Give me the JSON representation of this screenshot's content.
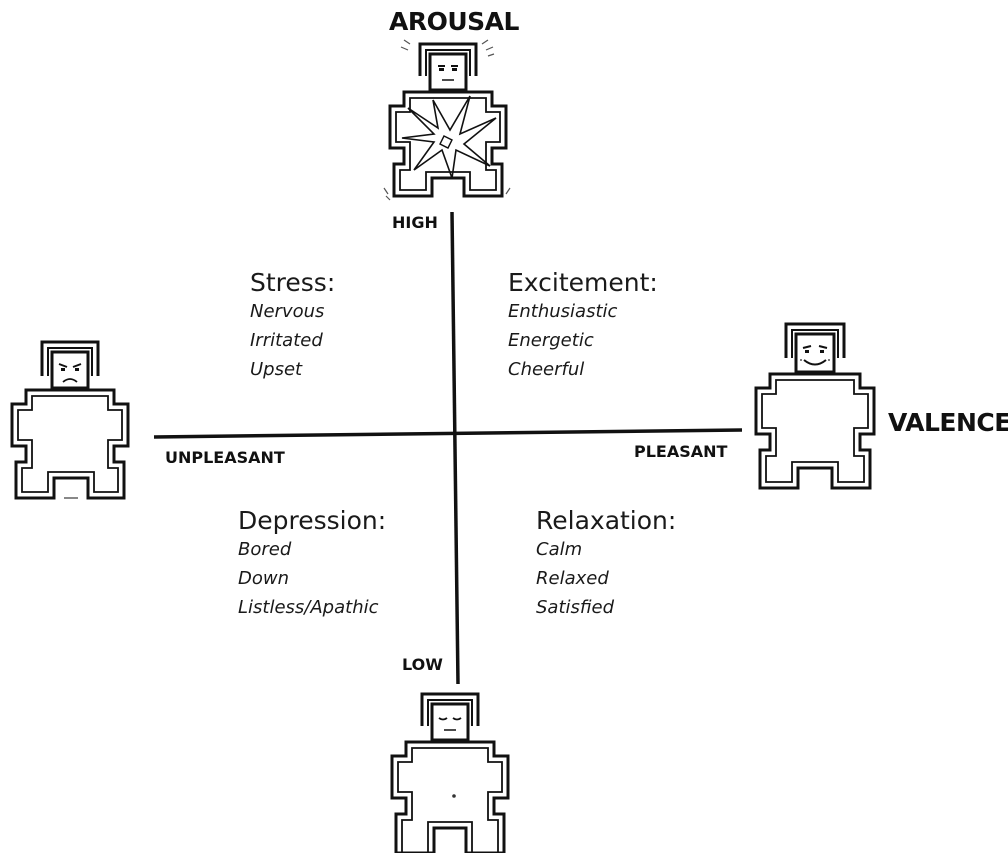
{
  "axes": {
    "arousal_title": "AROUSAL",
    "valence_title": "VALENCE",
    "high_label": "HIGH",
    "low_label": "LOW",
    "unpleasant_label": "UNPLEASANT",
    "pleasant_label": "PLEASANT"
  },
  "quadrants": {
    "stress": {
      "title": "Stress:",
      "items": [
        "Nervous",
        "Irritated",
        "Upset"
      ]
    },
    "excitement": {
      "title": "Excitement:",
      "items": [
        "Enthusiastic",
        "Energetic",
        "Cheerful"
      ]
    },
    "depression": {
      "title": "Depression:",
      "items": [
        "Bored",
        "Down",
        "Listless/Apathic"
      ]
    },
    "relaxation": {
      "title": "Relaxation:",
      "items": [
        "Calm",
        "Relaxed",
        "Satisfied"
      ]
    }
  },
  "figures": {
    "high_arousal": "excited-manikin-icon",
    "low_arousal": "calm-manikin-icon",
    "unpleasant": "frowning-manikin-icon",
    "pleasant": "smiling-manikin-icon"
  }
}
